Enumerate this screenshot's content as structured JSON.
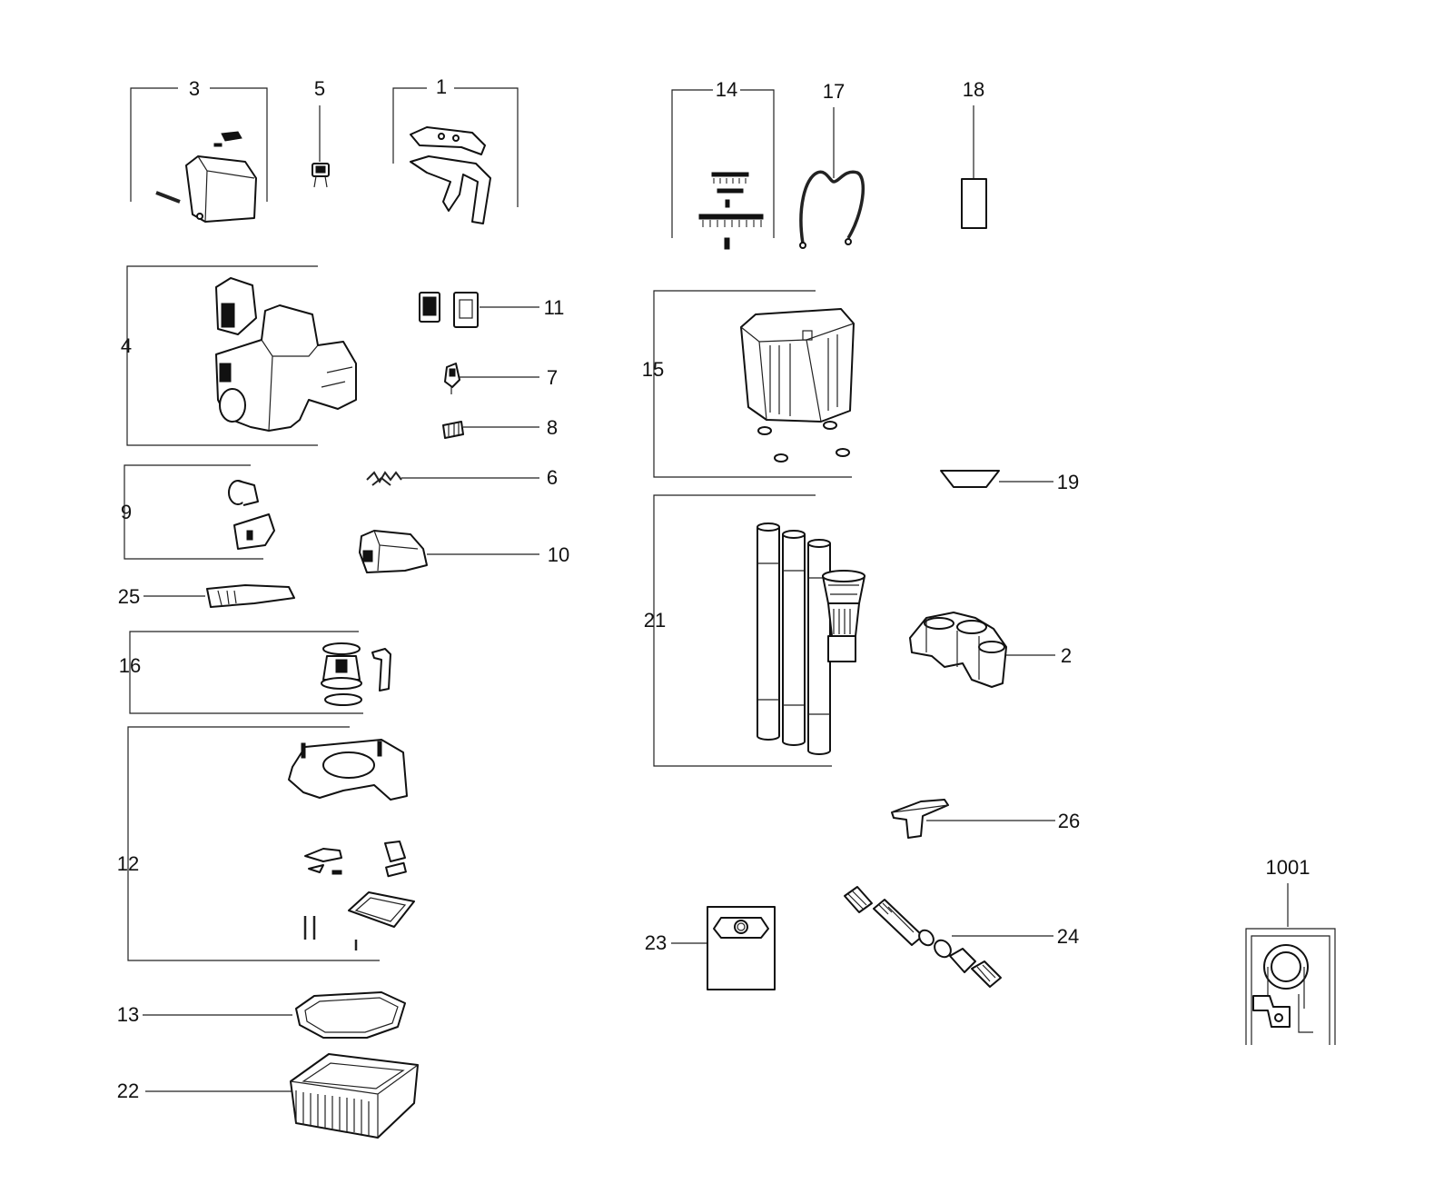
{
  "callouts": {
    "c1": "1",
    "c2": "2",
    "c3": "3",
    "c4": "4",
    "c5": "5",
    "c6": "6",
    "c7": "7",
    "c8": "8",
    "c9": "9",
    "c10": "10",
    "c11": "11",
    "c12": "12",
    "c13": "13",
    "c14": "14",
    "c15": "15",
    "c16": "16",
    "c17": "17",
    "c18": "18",
    "c19": "19",
    "c21": "21",
    "c22": "22",
    "c23": "23",
    "c24": "24",
    "c25": "25",
    "c26": "26",
    "c1001": "1001"
  }
}
